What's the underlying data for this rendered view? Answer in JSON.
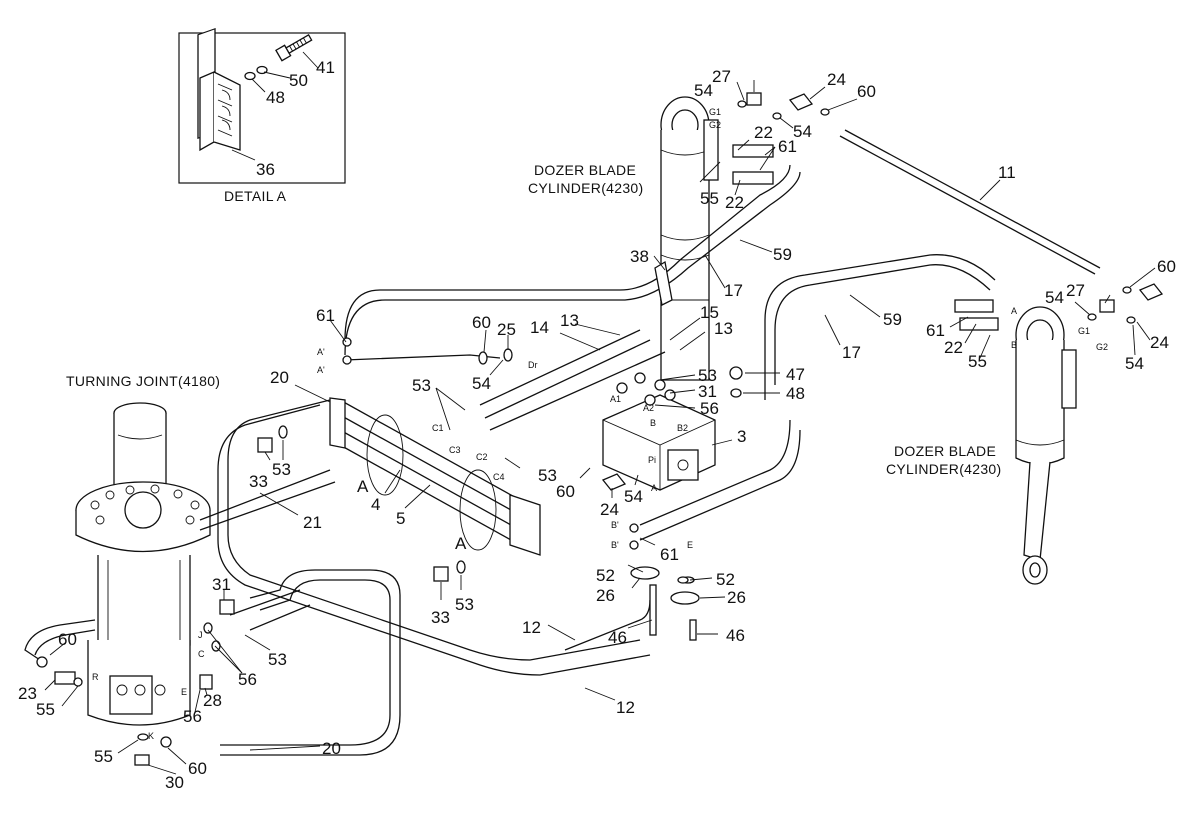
{
  "labels": {
    "detail_a": "DETAIL A",
    "turning_joint": "TURNING JOINT(4180)",
    "dozer_upper_line1": "DOZER BLADE",
    "dozer_upper_line2": "CYLINDER(4230)",
    "dozer_lower_line1": "DOZER BLADE",
    "dozer_lower_line2": "CYLINDER(4230)",
    "section_a_left": "A",
    "section_a_right": "A"
  },
  "ports": {
    "g1_upper": "G1",
    "g2_upper": "G2",
    "g1_lower": "G1",
    "g2_lower": "G2",
    "a_prime": "A'",
    "a_prime2": "A'",
    "dr": "Dr",
    "c1": "C1",
    "c3": "C3",
    "c2": "C2",
    "c4": "C4",
    "a1": "A1",
    "a2": "A2",
    "b": "B",
    "b2": "B2",
    "pi": "Pi",
    "a_valve": "A",
    "b_prime": "B'",
    "b_prime2": "B'",
    "e_port": "E",
    "a_cyl": "A",
    "b_cyl": "B",
    "r_port": "R",
    "j_port": "J",
    "c_port": "C",
    "e2_port": "E",
    "k_port": "K"
  },
  "callouts": {
    "p41": "41",
    "p50": "50",
    "p48a": "48",
    "p36": "36",
    "p27a": "27",
    "p54a": "54",
    "p24a": "24",
    "p60a": "60",
    "p54b": "54",
    "p22a": "22",
    "p61a": "61",
    "p55a": "55",
    "p22b": "22",
    "p11": "11",
    "p60b": "60",
    "p59a": "59",
    "p38": "38",
    "p17a": "17",
    "p54c": "54",
    "p27b": "27",
    "p59b": "59",
    "p61b": "61",
    "p22c": "22",
    "p55b": "55",
    "p24b": "24",
    "p54d": "54",
    "p17b": "17",
    "p61c": "61",
    "p60c": "60",
    "p25": "25",
    "p14": "14",
    "p13a": "13",
    "p15": "15",
    "p13b": "13",
    "p54e": "54",
    "p53a": "53",
    "p31a": "31",
    "p56a": "56",
    "p47": "47",
    "p48b": "48",
    "p3": "3",
    "p20a": "20",
    "p53b": "53",
    "p33a": "33",
    "p53c": "53",
    "p53d": "53",
    "p60d": "60",
    "p24c": "24",
    "p54f": "54",
    "p4": "4",
    "p5": "5",
    "p21": "21",
    "p61d": "61",
    "p52a": "52",
    "p52b": "52",
    "p26a": "26",
    "p26b": "26",
    "p33b": "33",
    "p53e": "53",
    "p12a": "12",
    "p46a": "46",
    "p46b": "46",
    "p12b": "12",
    "p31b": "31",
    "p53f": "53",
    "p56b": "56",
    "p60e": "60",
    "p23": "23",
    "p55c": "55",
    "p28": "28",
    "p56c": "56",
    "p20b": "20",
    "p55d": "55",
    "p30": "30",
    "p60f": "60"
  }
}
